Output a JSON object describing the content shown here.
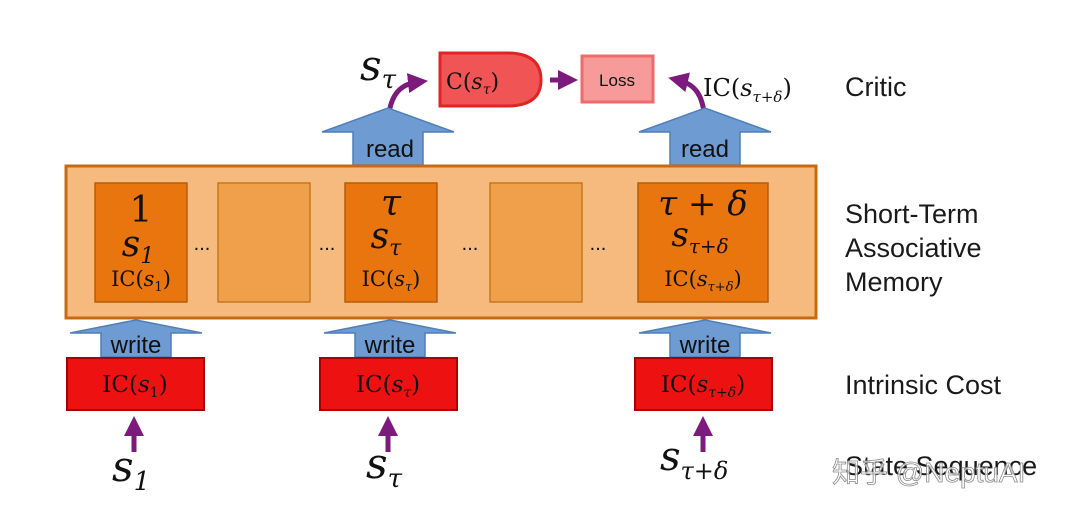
{
  "colors": {
    "memory_fill": "#f6ba7e",
    "memory_border": "#c86a14",
    "cell_fill": "#e8750e",
    "cell_empty_fill": "#f0a04b",
    "cost_fill": "#ee1111",
    "critic_fill": "#f05454",
    "loss_fill": "#f79a9a",
    "arrow_blue": "#6d9bd2",
    "arrow_purple": "#7d1a7d",
    "label_text": "#1a1a1a"
  },
  "labels": {
    "critic": "Critic",
    "memory_line1": "Short-Term",
    "memory_line2": "Associative",
    "memory_line3": "Memory",
    "intrinsic_cost": "Intrinsic Cost",
    "state_sequence": "State Sequence",
    "watermark": "知乎 @NeptuAI"
  },
  "top": {
    "critic_box": "C(",
    "loss": "Loss",
    "read": "read",
    "ic_prefix": "IC("
  },
  "memory": {
    "ellipsis": "...",
    "cells": [
      {
        "index": "1",
        "ic_prefix": "IC("
      },
      {
        "index": "τ",
        "ic_prefix": "IC("
      },
      {
        "index": "τ + δ",
        "ic_prefix": "IC("
      }
    ]
  },
  "cost": {
    "write": "write",
    "ic_prefix": "IC("
  },
  "math": {
    "s": "s",
    "sub_1": "1",
    "sub_tau": "τ",
    "sub_tau_delta": "τ+δ",
    "close": ")"
  }
}
